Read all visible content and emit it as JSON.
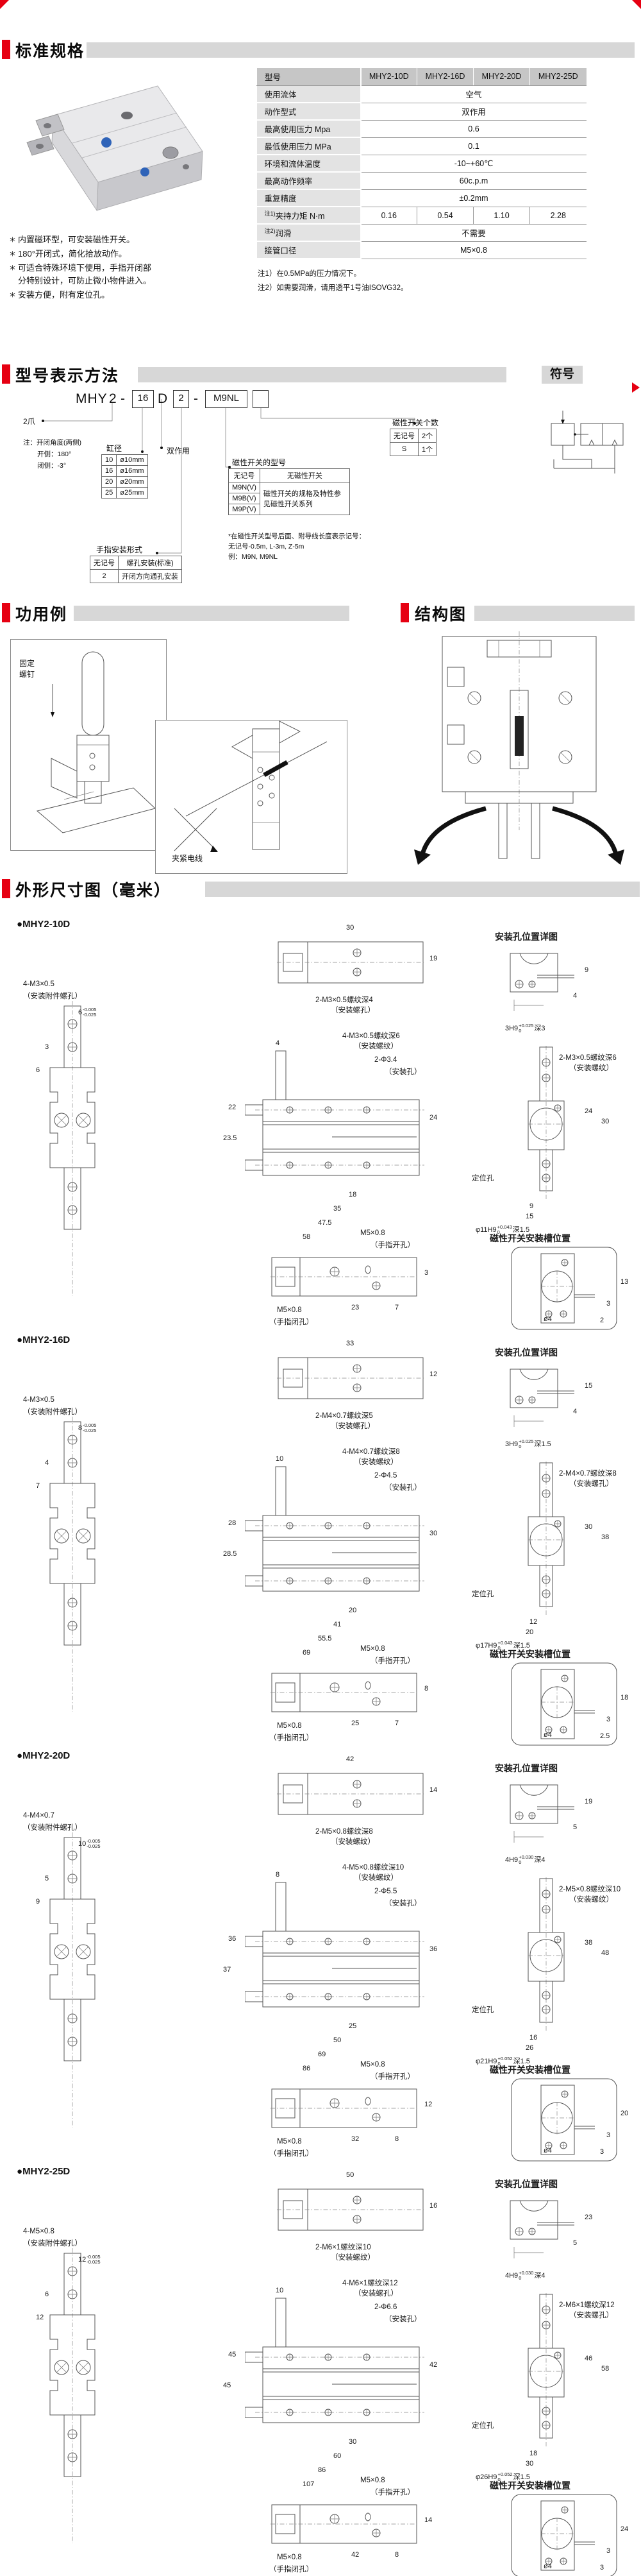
{
  "page": {
    "accent": "#e60012"
  },
  "sections": {
    "specs_title": "标准规格",
    "model_title": "型号表示方法",
    "symbol_title": "符号",
    "app_title": "功用例",
    "structure_title": "结构图",
    "dims_title": "外形尺寸图（毫米）"
  },
  "features": [
    "内置磁环型，可安装磁性开关。",
    "180°开闭式，简化拾放动作。",
    "可适合特殊环境下使用，手指开闭部分特别设计，可防止微小物件进入。",
    "安装方便，附有定位孔。"
  ],
  "spec_table": {
    "header": [
      "型号",
      "MHY2-10D",
      "MHY2-16D",
      "MHY2-20D",
      "MHY2-25D"
    ],
    "rows": [
      {
        "label": "使用流体",
        "value": "空气"
      },
      {
        "label": "动作型式",
        "value": "双作用"
      },
      {
        "label": "最高使用压力  Mpa",
        "value": "0.6"
      },
      {
        "label": "最低使用压力  MPa",
        "value": "0.1"
      },
      {
        "label": "环境和流体温度",
        "value": "-10~+60℃"
      },
      {
        "label": "最高动作频率",
        "value": "60c.p.m"
      },
      {
        "label": "重复精度",
        "value": "±0.2mm"
      }
    ],
    "torque_row": {
      "prefix": "注1)",
      "label": "夹持力矩  N·m",
      "values": [
        "0.16",
        "0.54",
        "1.10",
        "2.28"
      ]
    },
    "lube_row": {
      "prefix": "注2)",
      "label": "润滑",
      "value": "不需要"
    },
    "port_row": {
      "label": "接管口径",
      "value": "M5×0.8"
    },
    "notes": [
      "注1）在0.5MPa的压力情况下。",
      "注2）如需要润滑，请用透平1号油ISOVG32。"
    ]
  },
  "model_code": {
    "brand": "MHY",
    "claws": "2",
    "dash1": "-",
    "bore": "16",
    "action": "D",
    "mount": "2",
    "dash2": "-",
    "switch": "M9NL",
    "claws_label": "2爪",
    "angle_note": "注：开闭角度(两侧)",
    "angle_open": "开侧：180°",
    "angle_close": "闭侧：-3°",
    "bore_label": "缸径",
    "bore_rows": [
      {
        "code": "10",
        "val": "ø10mm"
      },
      {
        "code": "16",
        "val": "ø16mm"
      },
      {
        "code": "20",
        "val": "ø20mm"
      },
      {
        "code": "25",
        "val": "ø25mm"
      }
    ],
    "action_label": "双作用",
    "mount_label": "手指安装形式",
    "mount_rows": [
      {
        "code": "无记号",
        "val": "螺孔安装(标准)"
      },
      {
        "code": "2",
        "val": "开闭方向通孔安装"
      }
    ],
    "switch_label": "磁性开关的型号",
    "switch_none_code": "无记号",
    "switch_none_val": "无磁性开关",
    "switch_models": [
      "M9N(V)",
      "M9B(V)",
      "M9P(V)"
    ],
    "switch_note": "磁性开关的规格及特性参见磁性开关系列",
    "lead_note1": "*在磁性开关型号后面、附导线长度表示记号：",
    "lead_note2": "无记号-0.5m, L-3m, Z-5m",
    "lead_note3": "例：M9N, M9NL",
    "count_label": "磁性开关个数",
    "count_rows": [
      {
        "code": "无记号",
        "val": "2个"
      },
      {
        "code": "S",
        "val": "1个"
      }
    ]
  },
  "application": {
    "fix_line1": "固定",
    "fix_line2": "螺钉",
    "clamp_label": "夹紧电线"
  },
  "dims": {
    "m10": {
      "name": "MHY2-10D",
      "lv": {
        "label": "4-M3×0.5",
        "sub": "（安装附件螺孔）",
        "w": "6",
        "tol": "-0.005",
        "tol2": "-0.025",
        "d1": "3",
        "d2": "6"
      },
      "tv": {
        "w": "30",
        "h": "19",
        "label": "2-M3×0.5螺纹深4",
        "sub": "（安装螺孔）"
      },
      "detail": {
        "title": "安装孔位置详图",
        "d1": "9",
        "d2": "4",
        "slot": "3H9",
        "stol": "+0.025",
        "stol2": "0",
        "sdepth": "深3"
      },
      "mv": {
        "t": "4",
        "label1": "4-M3×0.5螺纹深6",
        "sub1": "（安装螺纹）",
        "label2": "2-Φ3.4",
        "sub2": "（安装孔）",
        "l1": "22",
        "l2": "23.5",
        "r1": "24",
        "b1": "18",
        "b2": "35",
        "b3": "47.5",
        "b4": "58"
      },
      "sv": {
        "label": "2-M3×0.5螺纹深6",
        "sub": "（安装螺纹）",
        "hi": "24",
        "ho": "30",
        "loc": "定位孔",
        "pin": "φ11H9",
        "ptol": "+0.043",
        "ptol2": "0",
        "pdepth": "深1.5",
        "b1": "9",
        "b2": "15"
      },
      "bv": {
        "open": "M5×0.8",
        "open_sub": "（手指开孔）",
        "close": "M5×0.8",
        "close_sub": "（手指闭孔）",
        "h": "3",
        "d1": "23",
        "d2": "7"
      },
      "sw": {
        "title": "磁性开关安装槽位置",
        "d1": "13",
        "d2": "3",
        "d3": "2",
        "hole": "ø4"
      }
    },
    "m16": {
      "name": "MHY2-16D",
      "lv": {
        "label": "4-M3×0.5",
        "sub": "（安装附件螺孔）",
        "w": "8",
        "tol": "-0.005",
        "tol2": "-0.025",
        "d1": "4",
        "d2": "7"
      },
      "tv": {
        "w": "33",
        "h": "12",
        "label": "2-M4×0.7螺纹深5",
        "sub": "（安装螺孔）"
      },
      "detail": {
        "title": "安装孔位置详图",
        "d1": "15",
        "d2": "4",
        "slot": "3H9",
        "stol": "+0.025",
        "stol2": "0",
        "sdepth": "深1.5"
      },
      "mv": {
        "t": "10",
        "label1": "4-M4×0.7螺纹深8",
        "sub1": "（安装螺纹）",
        "label2": "2-Φ4.5",
        "sub2": "（安装孔）",
        "l1": "28",
        "l2": "28.5",
        "r1": "30",
        "b1": "20",
        "b2": "41",
        "b3": "55.5",
        "b4": "69"
      },
      "sv": {
        "label": "2-M4×0.7螺纹深8",
        "sub": "（安装螺孔）",
        "hi": "30",
        "ho": "38",
        "loc": "定位孔",
        "pin": "φ17H9",
        "ptol": "+0.043",
        "ptol2": "0",
        "pdepth": "深1.5",
        "b1": "12",
        "b2": "20"
      },
      "bv": {
        "open": "M5×0.8",
        "open_sub": "（手指开孔）",
        "close": "M5×0.8",
        "close_sub": "（手指闭孔）",
        "h": "8",
        "d1": "25",
        "d2": "7"
      },
      "sw": {
        "title": "磁性开关安装槽位置",
        "d1": "18",
        "d2": "3",
        "d3": "2.5",
        "hole": "ø4"
      }
    },
    "m20": {
      "name": "MHY2-20D",
      "lv": {
        "label": "4-M4×0.7",
        "sub": "（安装附件螺孔）",
        "w": "10",
        "tol": "-0.005",
        "tol2": "-0.025",
        "d1": "5",
        "d2": "9"
      },
      "tv": {
        "w": "42",
        "h": "14",
        "label": "2-M5×0.8螺纹深8",
        "sub": "（安装螺纹）"
      },
      "detail": {
        "title": "安装孔位置详图",
        "d1": "19",
        "d2": "5",
        "slot": "4H9",
        "stol": "+0.030",
        "stol2": "0",
        "sdepth": "深4"
      },
      "mv": {
        "t": "8",
        "label1": "4-M5×0.8螺纹深10",
        "sub1": "（安装螺纹）",
        "label2": "2-Φ5.5",
        "sub2": "（安装孔）",
        "l1": "36",
        "l2": "37",
        "r1": "36",
        "b1": "25",
        "b2": "50",
        "b3": "69",
        "b4": "86"
      },
      "sv": {
        "label": "2-M5×0.8螺纹深10",
        "sub": "（安装螺纹）",
        "hi": "38",
        "ho": "48",
        "loc": "定位孔",
        "pin": "φ21H9",
        "ptol": "+0.052",
        "ptol2": "0",
        "pdepth": "深1.5",
        "b1": "16",
        "b2": "26"
      },
      "bv": {
        "open": "M5×0.8",
        "open_sub": "（手指开孔）",
        "close": "M5×0.8",
        "close_sub": "（手指闭孔）",
        "h": "12",
        "d1": "32",
        "d2": "8"
      },
      "sw": {
        "title": "磁性开关安装槽位置",
        "d1": "20",
        "d2": "3",
        "d3": "3",
        "hole": "ø4"
      }
    },
    "m25": {
      "name": "MHY2-25D",
      "lv": {
        "label": "4-M5×0.8",
        "sub": "（安装附件螺孔）",
        "w": "12",
        "tol": "-0.005",
        "tol2": "-0.025",
        "d1": "6",
        "d2": "12"
      },
      "tv": {
        "w": "50",
        "h": "16",
        "label": "2-M6×1螺纹深10",
        "sub": "（安装螺纹）"
      },
      "detail": {
        "title": "安装孔位置详图",
        "d1": "23",
        "d2": "5",
        "slot": "4H9",
        "stol": "+0.030",
        "stol2": "0",
        "sdepth": "深4"
      },
      "mv": {
        "t": "10",
        "label1": "4-M6×1螺纹深12",
        "sub1": "（安装螺孔）",
        "label2": "2-Φ6.6",
        "sub2": "（安装孔）",
        "l1": "45",
        "l2": "45",
        "r1": "42",
        "b1": "30",
        "b2": "60",
        "b3": "86",
        "b4": "107"
      },
      "sv": {
        "label": "2-M6×1螺纹深12",
        "sub": "（安装螺孔）",
        "hi": "46",
        "ho": "58",
        "loc": "定位孔",
        "pin": "φ26H9",
        "ptol": "+0.052",
        "ptol2": "0",
        "pdepth": "深1.5",
        "b1": "18",
        "b2": "30"
      },
      "bv": {
        "open": "M5×0.8",
        "open_sub": "（手指开孔）",
        "close": "M5×0.8",
        "close_sub": "（手指闭孔）",
        "h": "14",
        "d1": "42",
        "d2": "8"
      },
      "sw": {
        "title": "磁性开关安装槽位置",
        "d1": "24",
        "d2": "3",
        "d3": "3",
        "hole": "ø4"
      }
    }
  }
}
